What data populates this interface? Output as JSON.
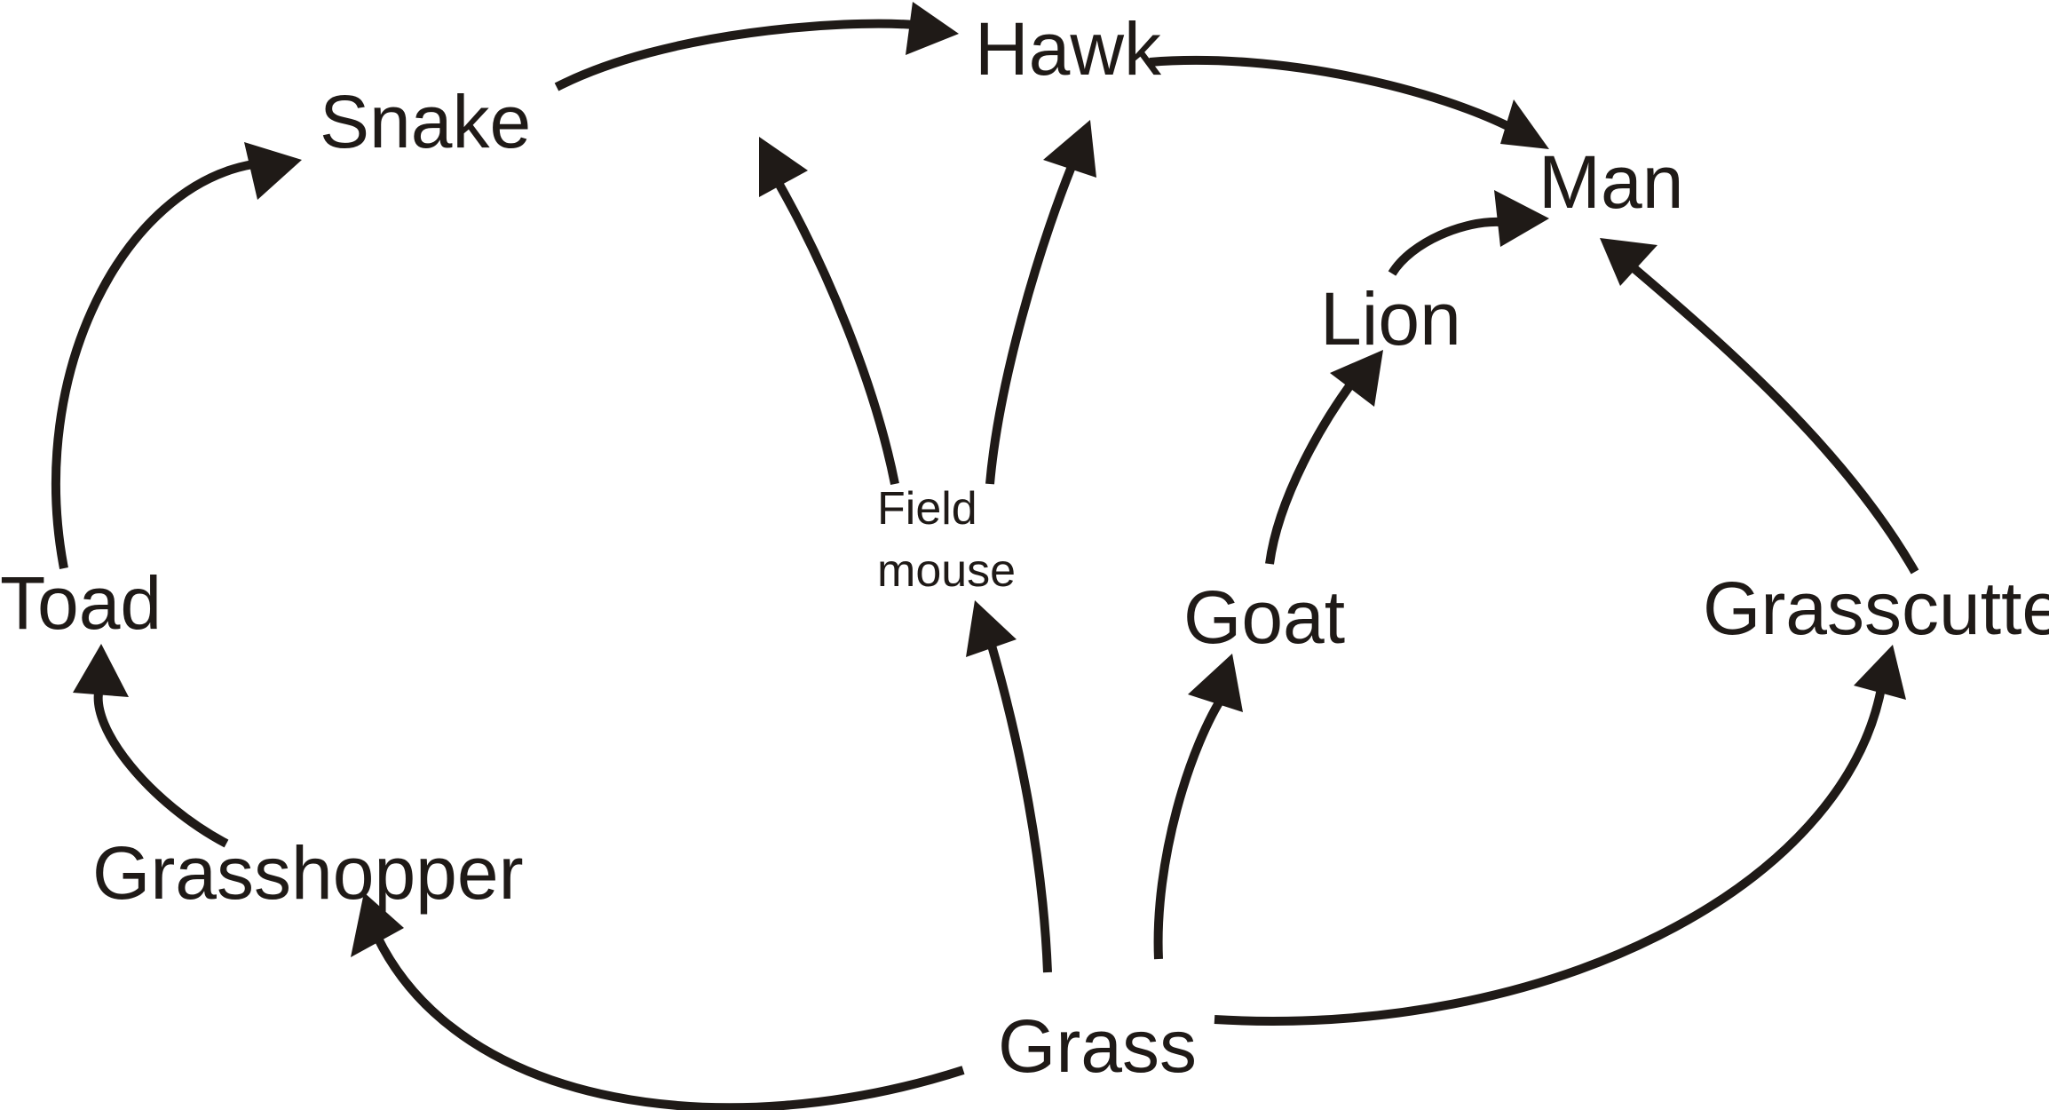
{
  "nodes": {
    "grass": "Grass",
    "grasshopper": "Grasshopper",
    "toad": "Toad",
    "snake": "Snake",
    "hawk": "Hawk",
    "field_mouse_line1": "Field",
    "field_mouse_line2": "mouse",
    "goat": "Goat",
    "lion": "Lion",
    "man": "Man",
    "grasscutter": "Grasscutter"
  },
  "edges": [
    {
      "from": "Grass",
      "to": "Grasshopper"
    },
    {
      "from": "Grass",
      "to": "Field mouse"
    },
    {
      "from": "Grass",
      "to": "Goat"
    },
    {
      "from": "Grass",
      "to": "Grasscutter"
    },
    {
      "from": "Grasshopper",
      "to": "Toad"
    },
    {
      "from": "Toad",
      "to": "Snake"
    },
    {
      "from": "Snake",
      "to": "Hawk"
    },
    {
      "from": "Field mouse",
      "to": "Snake"
    },
    {
      "from": "Field mouse",
      "to": "Hawk"
    },
    {
      "from": "Hawk",
      "to": "Man"
    },
    {
      "from": "Goat",
      "to": "Lion"
    },
    {
      "from": "Lion",
      "to": "Man"
    },
    {
      "from": "Grasscutter",
      "to": "Man"
    }
  ],
  "colors": {
    "ink": "#1f1a17",
    "background": "#ffffff"
  }
}
